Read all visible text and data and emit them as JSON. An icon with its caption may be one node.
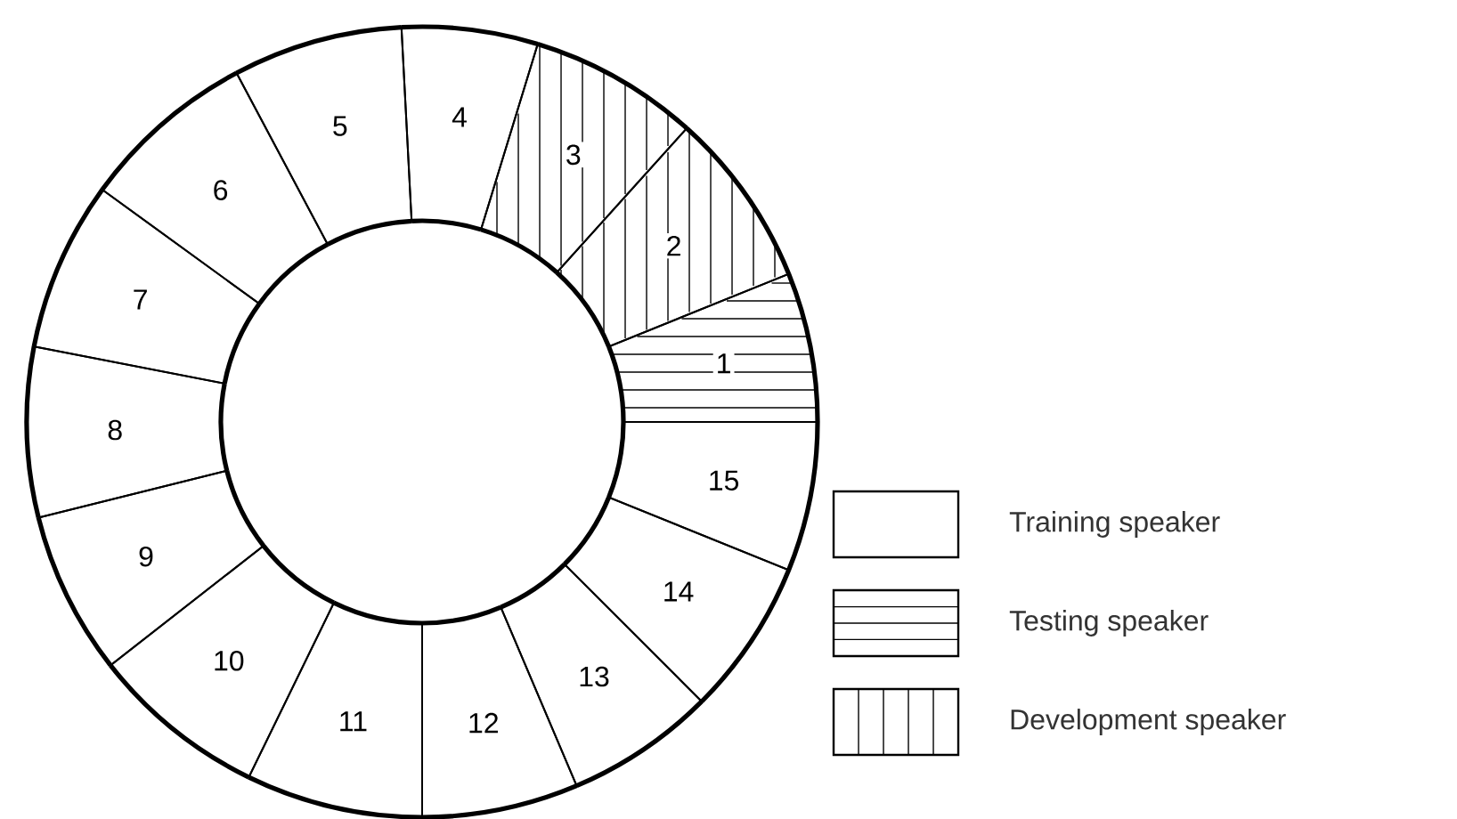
{
  "diagram": {
    "nodes": [
      {
        "text": [
          "1"
        ]
      },
      {
        "text": [
          "2"
        ]
      },
      {
        "text": [
          "3"
        ]
      },
      {
        "text": [
          "4"
        ]
      },
      {
        "text": [
          "5"
        ]
      },
      {
        "text": [
          "6"
        ]
      },
      {
        "text": [
          "7"
        ]
      },
      {
        "text": [
          "8"
        ]
      },
      {
        "text": [
          "9"
        ]
      },
      {
        "text": [
          "10"
        ]
      },
      {
        "text": [
          "11"
        ]
      },
      {
        "text": [
          "12"
        ]
      },
      {
        "text": [
          "13"
        ]
      },
      {
        "text": [
          "14"
        ]
      },
      {
        "text": [
          "15"
        ]
      }
    ],
    "legend": [
      {
        "text": "Training speaker"
      },
      {
        "text": "Testing speaker"
      },
      {
        "text": "Development speaker"
      }
    ]
  }
}
